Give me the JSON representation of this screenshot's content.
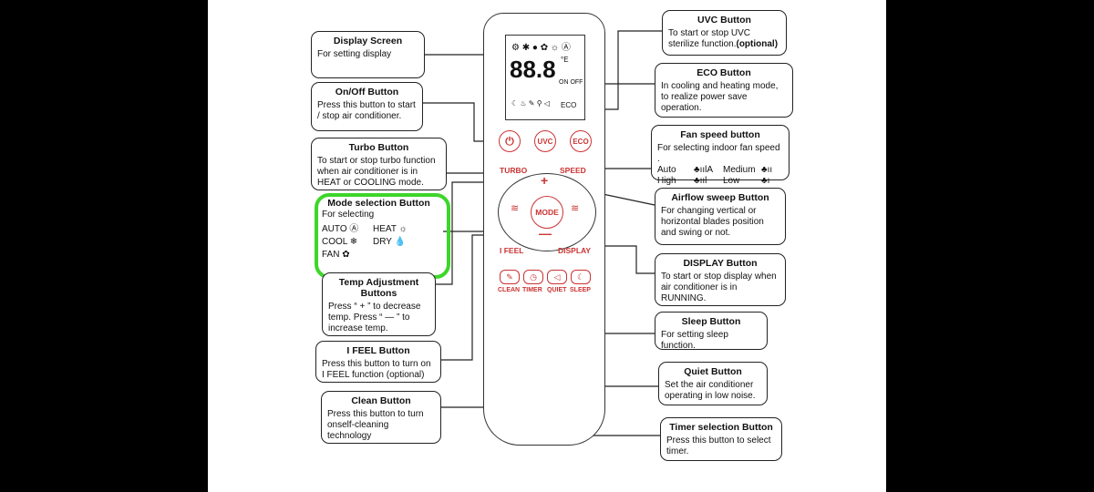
{
  "callouts": {
    "display": {
      "title": "Display Screen",
      "desc": "For setting display"
    },
    "onoff": {
      "title": "On/Off Button",
      "desc": "Press this button to start / stop air conditioner."
    },
    "turbo": {
      "title": "Turbo Button",
      "desc": "To start or stop turbo function when air conditioner is in HEAT or COOLING mode."
    },
    "mode": {
      "title": "Mode selection Button",
      "desc": "For selecting",
      "items": [
        "AUTO Ⓐ",
        "HEAT ☼",
        "COOL ❄",
        "DRY 💧",
        "FAN ✿"
      ]
    },
    "temp": {
      "title": "Temp Adjustment Buttons",
      "desc": "Press “ + ” to decrease temp. Press “ — ” to increase temp."
    },
    "ifeel": {
      "title": "I FEEL Button",
      "desc": "Press this button to turn on I FEEL function (optional)"
    },
    "clean": {
      "title": "Clean Button",
      "desc": "Press this button to turn onself-cleaning technology"
    },
    "uvc": {
      "title": "UVC    Button",
      "desc": "To start or stop UVC sterilize function.",
      "desc_bold": "(optional)"
    },
    "eco": {
      "title": "ECO      Button",
      "desc": "In cooling and heating mode, to realize power save operation."
    },
    "fan": {
      "title": "Fan speed button",
      "desc": "For selecting indoor fan speed .",
      "r1a": "Auto",
      "r1b": "Medium",
      "r2a": "High",
      "r2b": "Low"
    },
    "airflow": {
      "title": "Airflow sweep Button",
      "desc": "For changing vertical or horizontal blades position   and swing or not."
    },
    "displaybtn": {
      "title": "DISPLAY Button",
      "desc": "To start or stop display when air conditioner is in RUNNING."
    },
    "sleep": {
      "title": "Sleep Button",
      "desc": "For setting sleep function."
    },
    "quiet": {
      "title": "Quiet Button",
      "desc": "Set the air conditioner operating in low noise."
    },
    "timer": {
      "title": "Timer selection   Button",
      "desc": "Press this button to select timer."
    }
  },
  "remote": {
    "power_label": "⏻",
    "uvc_label": "UVC",
    "eco_label": "ECO",
    "turbo_label": "TURBO",
    "speed_label": "SPEED",
    "mode_label": "MODE",
    "ifeel_label": "I FEEL",
    "display_label": "DISPLAY",
    "plus": "+",
    "minus": "—",
    "bottom_labels": [
      "CLEAN",
      "TIMER",
      "QUIET",
      "SLEEP"
    ],
    "lcd_digits": "88.8",
    "lcd_unit": "°E",
    "lcd_onoff": "ON OFF",
    "lcd_eco": "ECO"
  },
  "colors": {
    "accent": "#cc3333",
    "highlight": "#3dd62a"
  }
}
